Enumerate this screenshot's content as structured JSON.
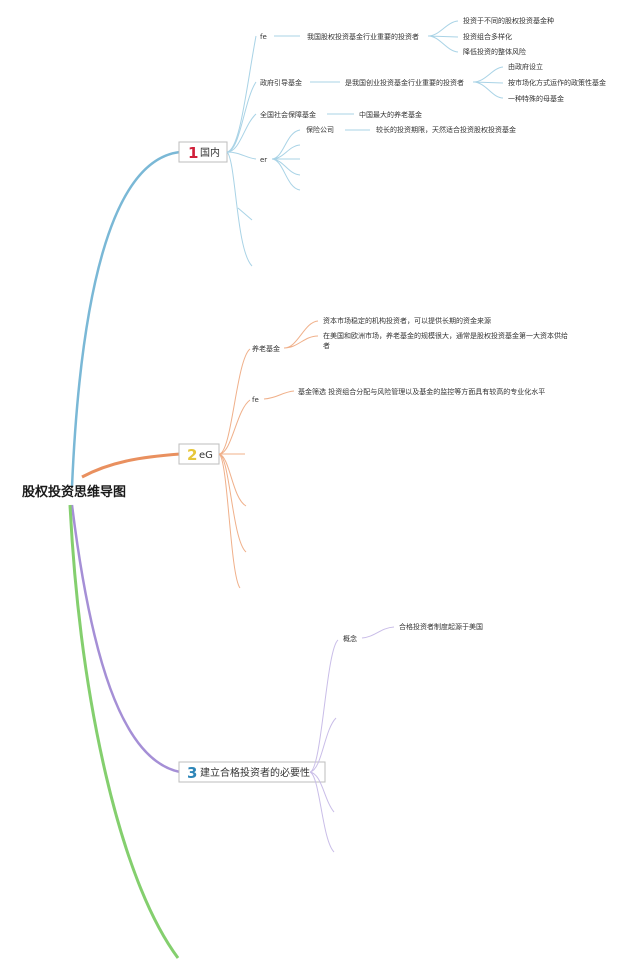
{
  "root": {
    "label": "股权投资思维导图"
  },
  "colors": {
    "blue": "#7ab8d6",
    "orange": "#e9905f",
    "purple": "#a58fd6",
    "green": "#84cf6e",
    "num1": "#d0203a",
    "num2": "#e6c63a",
    "num3": "#2e86b8"
  },
  "branches": [
    {
      "number": "1",
      "label": "国内",
      "children": [
        {
          "label": "fe",
          "children": [
            "我国股权投资基金行业重要的投资者"
          ],
          "leaves": [
            "投资于不同的股权投资基金种",
            "投资组合多样化",
            "降低投资的整体风险"
          ]
        },
        {
          "label": "政府引导基金",
          "children": [
            "是我国创业投资基金行业重要的投资者"
          ],
          "leaves": [
            "由政府设立",
            "按市场化方式运作的政策性基金",
            "一种特殊的母基金"
          ]
        },
        {
          "label": "全国社会保障基金",
          "children": [
            "中国最大的养老基金"
          ]
        },
        {
          "label": "er",
          "children": [
            "保险公司"
          ],
          "leaves": [
            "较长的投资期限，天然适合投资股权投资基金"
          ]
        }
      ]
    },
    {
      "number": "2",
      "label": "eG",
      "children": [
        {
          "label": "养老基金",
          "leaves": [
            "资本市场稳定的机构投资者，可以提供长期的资金来源",
            "在美国和欧洲市场，养老基金的规模很大，通常是股权投资基金第一大资本供给",
            "者"
          ]
        },
        {
          "label": "fe",
          "leaves": [
            "基金筛选 投资组合分配与风险管理以及基金的监控等方面具有较高的专业化水平"
          ]
        }
      ]
    },
    {
      "number": "3",
      "label": "建立合格投资者的必要性",
      "children": [
        {
          "label": "概念",
          "leaves": [
            "合格投资者制度起源于美国"
          ]
        }
      ]
    }
  ]
}
